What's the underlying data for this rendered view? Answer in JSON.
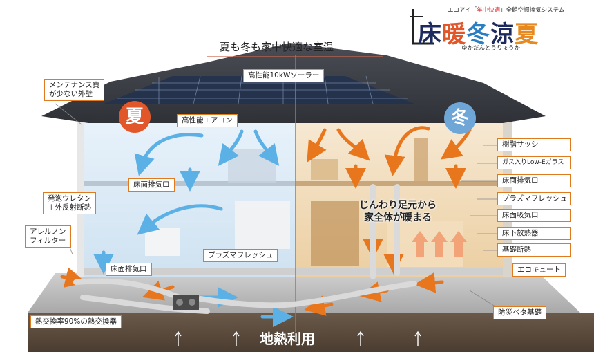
{
  "logo": {
    "subtitle_pre": "エコアイ「",
    "subtitle_hl": "年中快適",
    "subtitle_post": "」全館空調換気システム",
    "title_chars": [
      "床",
      "暖",
      "冬",
      "涼",
      "夏"
    ],
    "reading": "ゆかだんとうりょうか"
  },
  "headline": "夏も冬も家中快適な室温",
  "solar_label": "高性能10kWソーラー",
  "season_summer": "夏",
  "season_winter": "冬",
  "winter_message": [
    "じんわり足元から",
    "家全体が暖まる"
  ],
  "ground_label": "地熱利用",
  "left_labels": {
    "wall": [
      "メンテナンス費",
      "が少ない外壁"
    ],
    "insulation": [
      "発泡ウレタン",
      "＋外反射断熱"
    ],
    "filter": [
      "アレルノン",
      "フィルター"
    ]
  },
  "inline_boxes": {
    "aircon": "高性能エアコン",
    "exhaust_upper": "床面排気口",
    "exhaust_lower": "床面排気口",
    "plasma": "プラズマフレッシュ",
    "heat_exchanger": "熱交換率90%の熱交換器"
  },
  "right_boxes": [
    "樹脂サッシ",
    "ガス入りLow-Eガラス",
    "床面排気口",
    "プラズマフレッシュ",
    "床面吸気口",
    "床下放熱器",
    "基礎断熱",
    "エコキュート"
  ],
  "foundation_box": "防災ベタ基礎",
  "colors": {
    "orange": "#e8761c",
    "summer_blue": "#5bb0e6",
    "summer_circle": "#e2572a",
    "winter_circle": "#6fa6d8",
    "ground": "#5a4a3c",
    "roof": "#3a3d44"
  }
}
